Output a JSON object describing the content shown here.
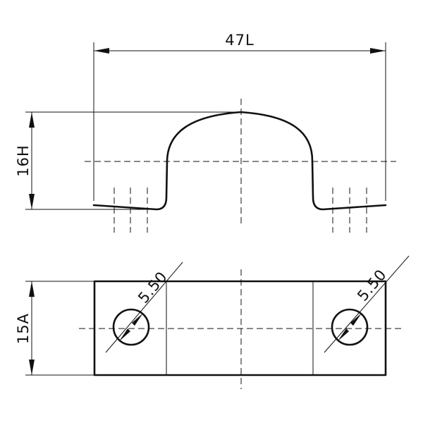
{
  "dimensions": {
    "length": "47L",
    "height": "16H",
    "width": "15A",
    "hole_left": "5.50",
    "hole_right": "5.50"
  }
}
